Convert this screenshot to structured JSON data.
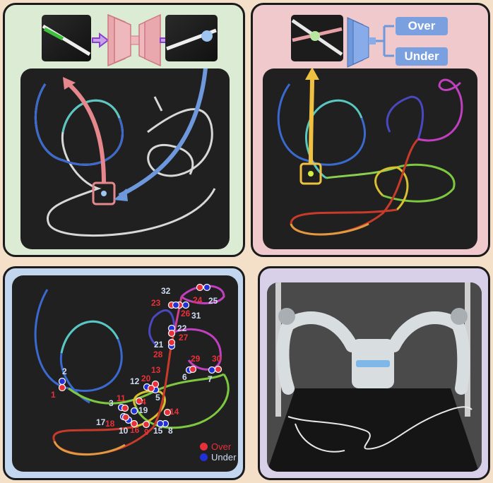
{
  "classifier": {
    "over_label": "Over",
    "under_label": "Under"
  },
  "legend": {
    "over_label": "Over",
    "under_label": "Under",
    "over_color": "#e8303a",
    "under_color": "#2230d8"
  },
  "crossings": [
    {
      "id": "1",
      "type": "over"
    },
    {
      "id": "2",
      "type": "under"
    },
    {
      "id": "3",
      "type": "under"
    },
    {
      "id": "4",
      "type": "over"
    },
    {
      "id": "5",
      "type": "under"
    },
    {
      "id": "6",
      "type": "under"
    },
    {
      "id": "7",
      "type": "under"
    },
    {
      "id": "8",
      "type": "under"
    },
    {
      "id": "9",
      "type": "over"
    },
    {
      "id": "10",
      "type": "under"
    },
    {
      "id": "11",
      "type": "over"
    },
    {
      "id": "12",
      "type": "under"
    },
    {
      "id": "13",
      "type": "over"
    },
    {
      "id": "14",
      "type": "over"
    },
    {
      "id": "15",
      "type": "under"
    },
    {
      "id": "16",
      "type": "over"
    },
    {
      "id": "17",
      "type": "under"
    },
    {
      "id": "18",
      "type": "over"
    },
    {
      "id": "19",
      "type": "under"
    },
    {
      "id": "20",
      "type": "over"
    },
    {
      "id": "21",
      "type": "under"
    },
    {
      "id": "22",
      "type": "under"
    },
    {
      "id": "23",
      "type": "over"
    },
    {
      "id": "24",
      "type": "over"
    },
    {
      "id": "25",
      "type": "under"
    },
    {
      "id": "26",
      "type": "over"
    },
    {
      "id": "27",
      "type": "over"
    },
    {
      "id": "28",
      "type": "over"
    },
    {
      "id": "29",
      "type": "over"
    },
    {
      "id": "30",
      "type": "over"
    },
    {
      "id": "31",
      "type": "under"
    },
    {
      "id": "32",
      "type": "under"
    }
  ]
}
